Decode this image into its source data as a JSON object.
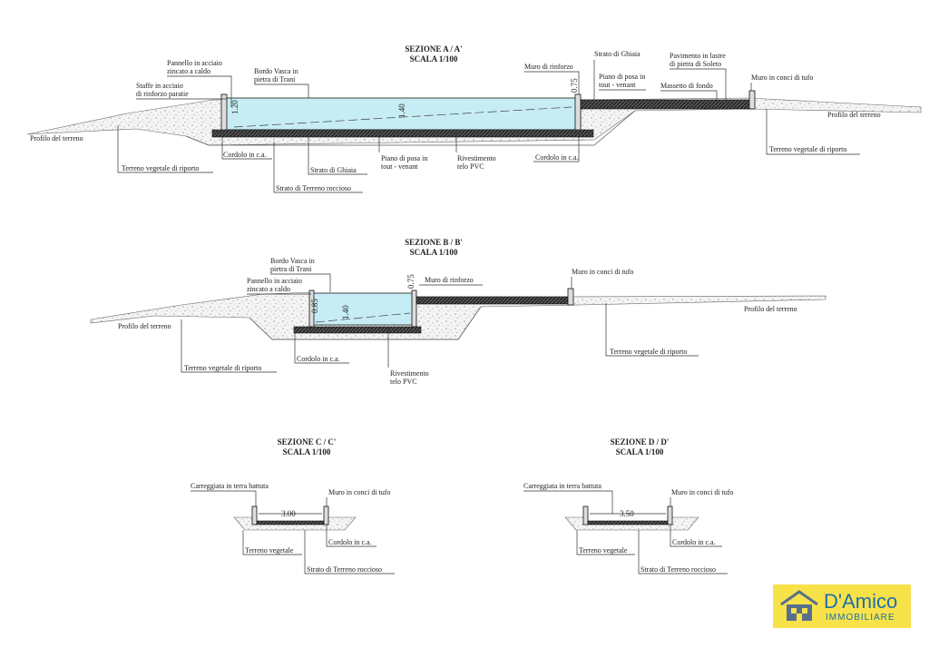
{
  "sections": {
    "a": {
      "title": "SEZIONE A / A'",
      "scale": "SCALA  1/100",
      "labels": {
        "pannello": "Pannello in acciaio",
        "pannello2": "zincato a caldo",
        "staffe": "Staffe in acciaio",
        "staffe2": "di rinforzo paratie",
        "bordo": "Bordo Vasca in",
        "bordo2": "pietra di Trani",
        "muro_rinforzo": "Muro di rinforzo",
        "strato_ghiaia_top": "Strato di Ghiaia",
        "piano_posa_top": "Piano di posa in",
        "piano_posa_top2": "tout - venant",
        "pavimento": "Pavimento in lastre",
        "pavimento2": "di pietra di Soleto",
        "massetto": "Massetto di fondo",
        "muro_tufo": "Muro in conci di tufo",
        "profilo_left": "Profilo del terreno",
        "profilo_right": "Profilo del terreno",
        "terreno_riporto_left": "Terreno vegetale di riporto",
        "terreno_riporto_right": "Terreno vegetale di riporto",
        "cordolo_left": "Cordolo in c.a.",
        "strato_ghiaia": "Strato di Ghiaia",
        "strato_roccioso": "Strato di Terreno roccioso",
        "piano_posa": "Piano di posa in",
        "piano_posa2": "tout - venant",
        "rivestimento": "Rivestimento",
        "rivestimento2": "telo PVC",
        "cordolo_right": "Cordolo in c.a."
      },
      "dims": {
        "d1": "1.20",
        "d2": "1.40",
        "d3": "0.75"
      }
    },
    "b": {
      "title": "SEZIONE B / B'",
      "scale": "SCALA  1/100",
      "labels": {
        "bordo": "Bordo Vasca in",
        "bordo2": "pietra di Trani",
        "pannello": "Pannello in acciaio",
        "pannello2": "zincato a caldo",
        "muro_rinforzo": "Muro di rinforzo",
        "muro_tufo": "Muro in conci di tufo",
        "profilo_left": "Profilo del terreno",
        "profilo_right": "Profilo del terreno",
        "terreno_riporto_left": "Terreno vegetale di riporto",
        "terreno_riporto_right": "Terreno vegetale di riporto",
        "cordolo": "Cordolo in c.a.",
        "rivestimento": "Rivestimento",
        "rivestimento2": "telo PVC"
      },
      "dims": {
        "d1": "0.85",
        "d2": "1.40",
        "d3": "0.75"
      }
    },
    "c": {
      "title": "SEZIONE C / C'",
      "scale": "SCALA  1/100",
      "labels": {
        "carreggiata": "Carreggiata in terra battuta",
        "muro_tufo": "Muro in conci di tufo",
        "terreno_vegetale": "Terreno vegetale",
        "cordolo": "Cordolo in c.a.",
        "strato_roccioso": "Strato di Terreno roccioso"
      },
      "dims": {
        "width": "3.00"
      }
    },
    "d": {
      "title": "SEZIONE D / D'",
      "scale": "SCALA  1/100",
      "labels": {
        "carreggiata": "Carreggiata in terra battuta",
        "muro_tufo": "Muro in conci di tufo",
        "terreno_vegetale": "Terreno vegetale",
        "cordolo": "Cordolo in c.a.",
        "strato_roccioso": "Strato di Terreno roccioso"
      },
      "dims": {
        "width": "3.50"
      }
    }
  },
  "logo": {
    "name": "D'Amico",
    "tagline": "IMMOBILIARE",
    "icon": "house-logo-icon",
    "bg_color": "#f7e24a",
    "text_color": "#1f6fa8"
  }
}
